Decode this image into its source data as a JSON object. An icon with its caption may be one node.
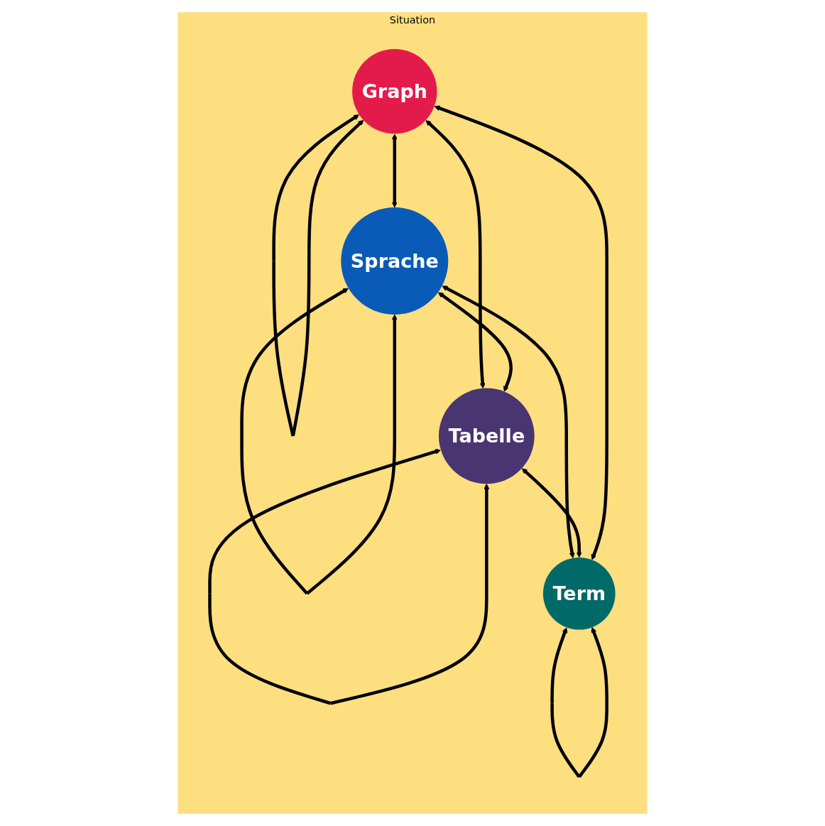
{
  "diagram": {
    "nodes": [
      {
        "text": [
          "Situation"
        ]
      },
      {
        "text": [
          "Graph"
        ],
        "in": 0
      },
      {
        "text": [
          "Sprache"
        ],
        "in": 0
      },
      {
        "text": [
          "Tabelle"
        ],
        "in": 0
      },
      {
        "text": [
          "Term"
        ],
        "in": 0
      }
    ],
    "edges": [
      {
        "from": 1,
        "to": 2,
        "arrow": "both"
      },
      {
        "from": 1,
        "to": 3,
        "arrow": "both"
      },
      {
        "from": 2,
        "to": 4,
        "arrow": "both"
      },
      {
        "from": 3,
        "to": 4,
        "arrow": "both"
      },
      {
        "from": 1,
        "to": 4,
        "arrow": "both"
      },
      {
        "from": 2,
        "to": 3,
        "arrow": "both"
      },
      {
        "from": 1,
        "to": 1,
        "arrow": "both"
      },
      {
        "from": 2,
        "to": 2,
        "arrow": "both"
      },
      {
        "from": 3,
        "to": 3,
        "arrow": "both"
      },
      {
        "from": 4,
        "to": 4,
        "arrow": "both"
      }
    ]
  }
}
